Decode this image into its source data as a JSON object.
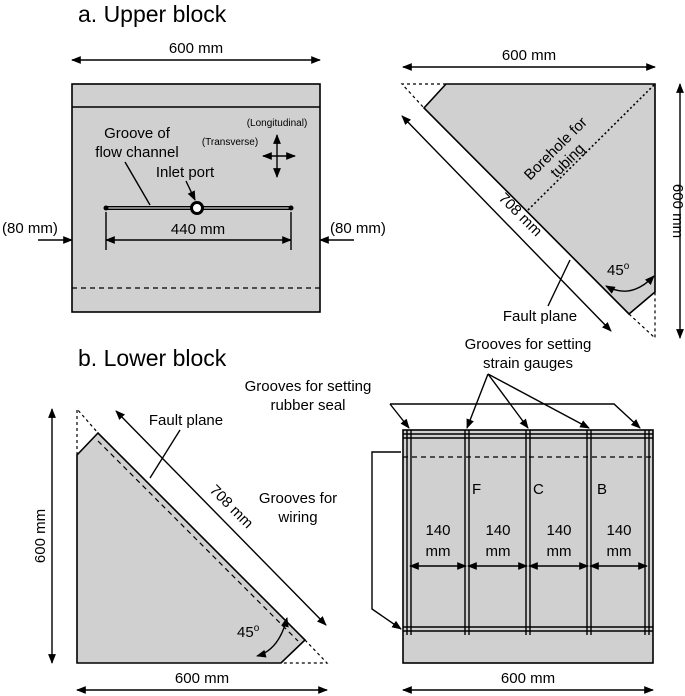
{
  "upper": {
    "title": "a. Upper block",
    "front": {
      "dim_top": "600 mm",
      "groove_line1": "Groove of",
      "groove_line2": "flow channel",
      "inlet": "Inlet port",
      "longitudinal": "(Longitudinal)",
      "transverse": "(Transverse)",
      "left_offset": "(80 mm)",
      "right_offset": "(80 mm)",
      "span": "440 mm"
    },
    "side": {
      "dim_top": "600 mm",
      "dim_right": "600 mm",
      "diag": "708 mm",
      "borehole_line1": "Borehole for",
      "borehole_line2": "tubing",
      "angle": "45",
      "angle_sup": "o",
      "fault": "Fault plane"
    }
  },
  "lower": {
    "title": "b. Lower block",
    "side": {
      "fault": "Fault plane",
      "diag": "708 mm",
      "dim_left": "600 mm",
      "dim_bottom": "600 mm",
      "angle": "45",
      "angle_sup": "o"
    },
    "top": {
      "strain_line1": "Grooves for setting",
      "strain_line2": "strain gauges",
      "rubber_line1": "Grooves for setting",
      "rubber_line2": "rubber seal",
      "wiring_line1": "Grooves for",
      "wiring_line2": "wiring",
      "gauges": [
        "F",
        "C",
        "B"
      ],
      "spacing_value": "140",
      "spacing_unit": "mm",
      "dim_bottom": "600 mm"
    }
  }
}
